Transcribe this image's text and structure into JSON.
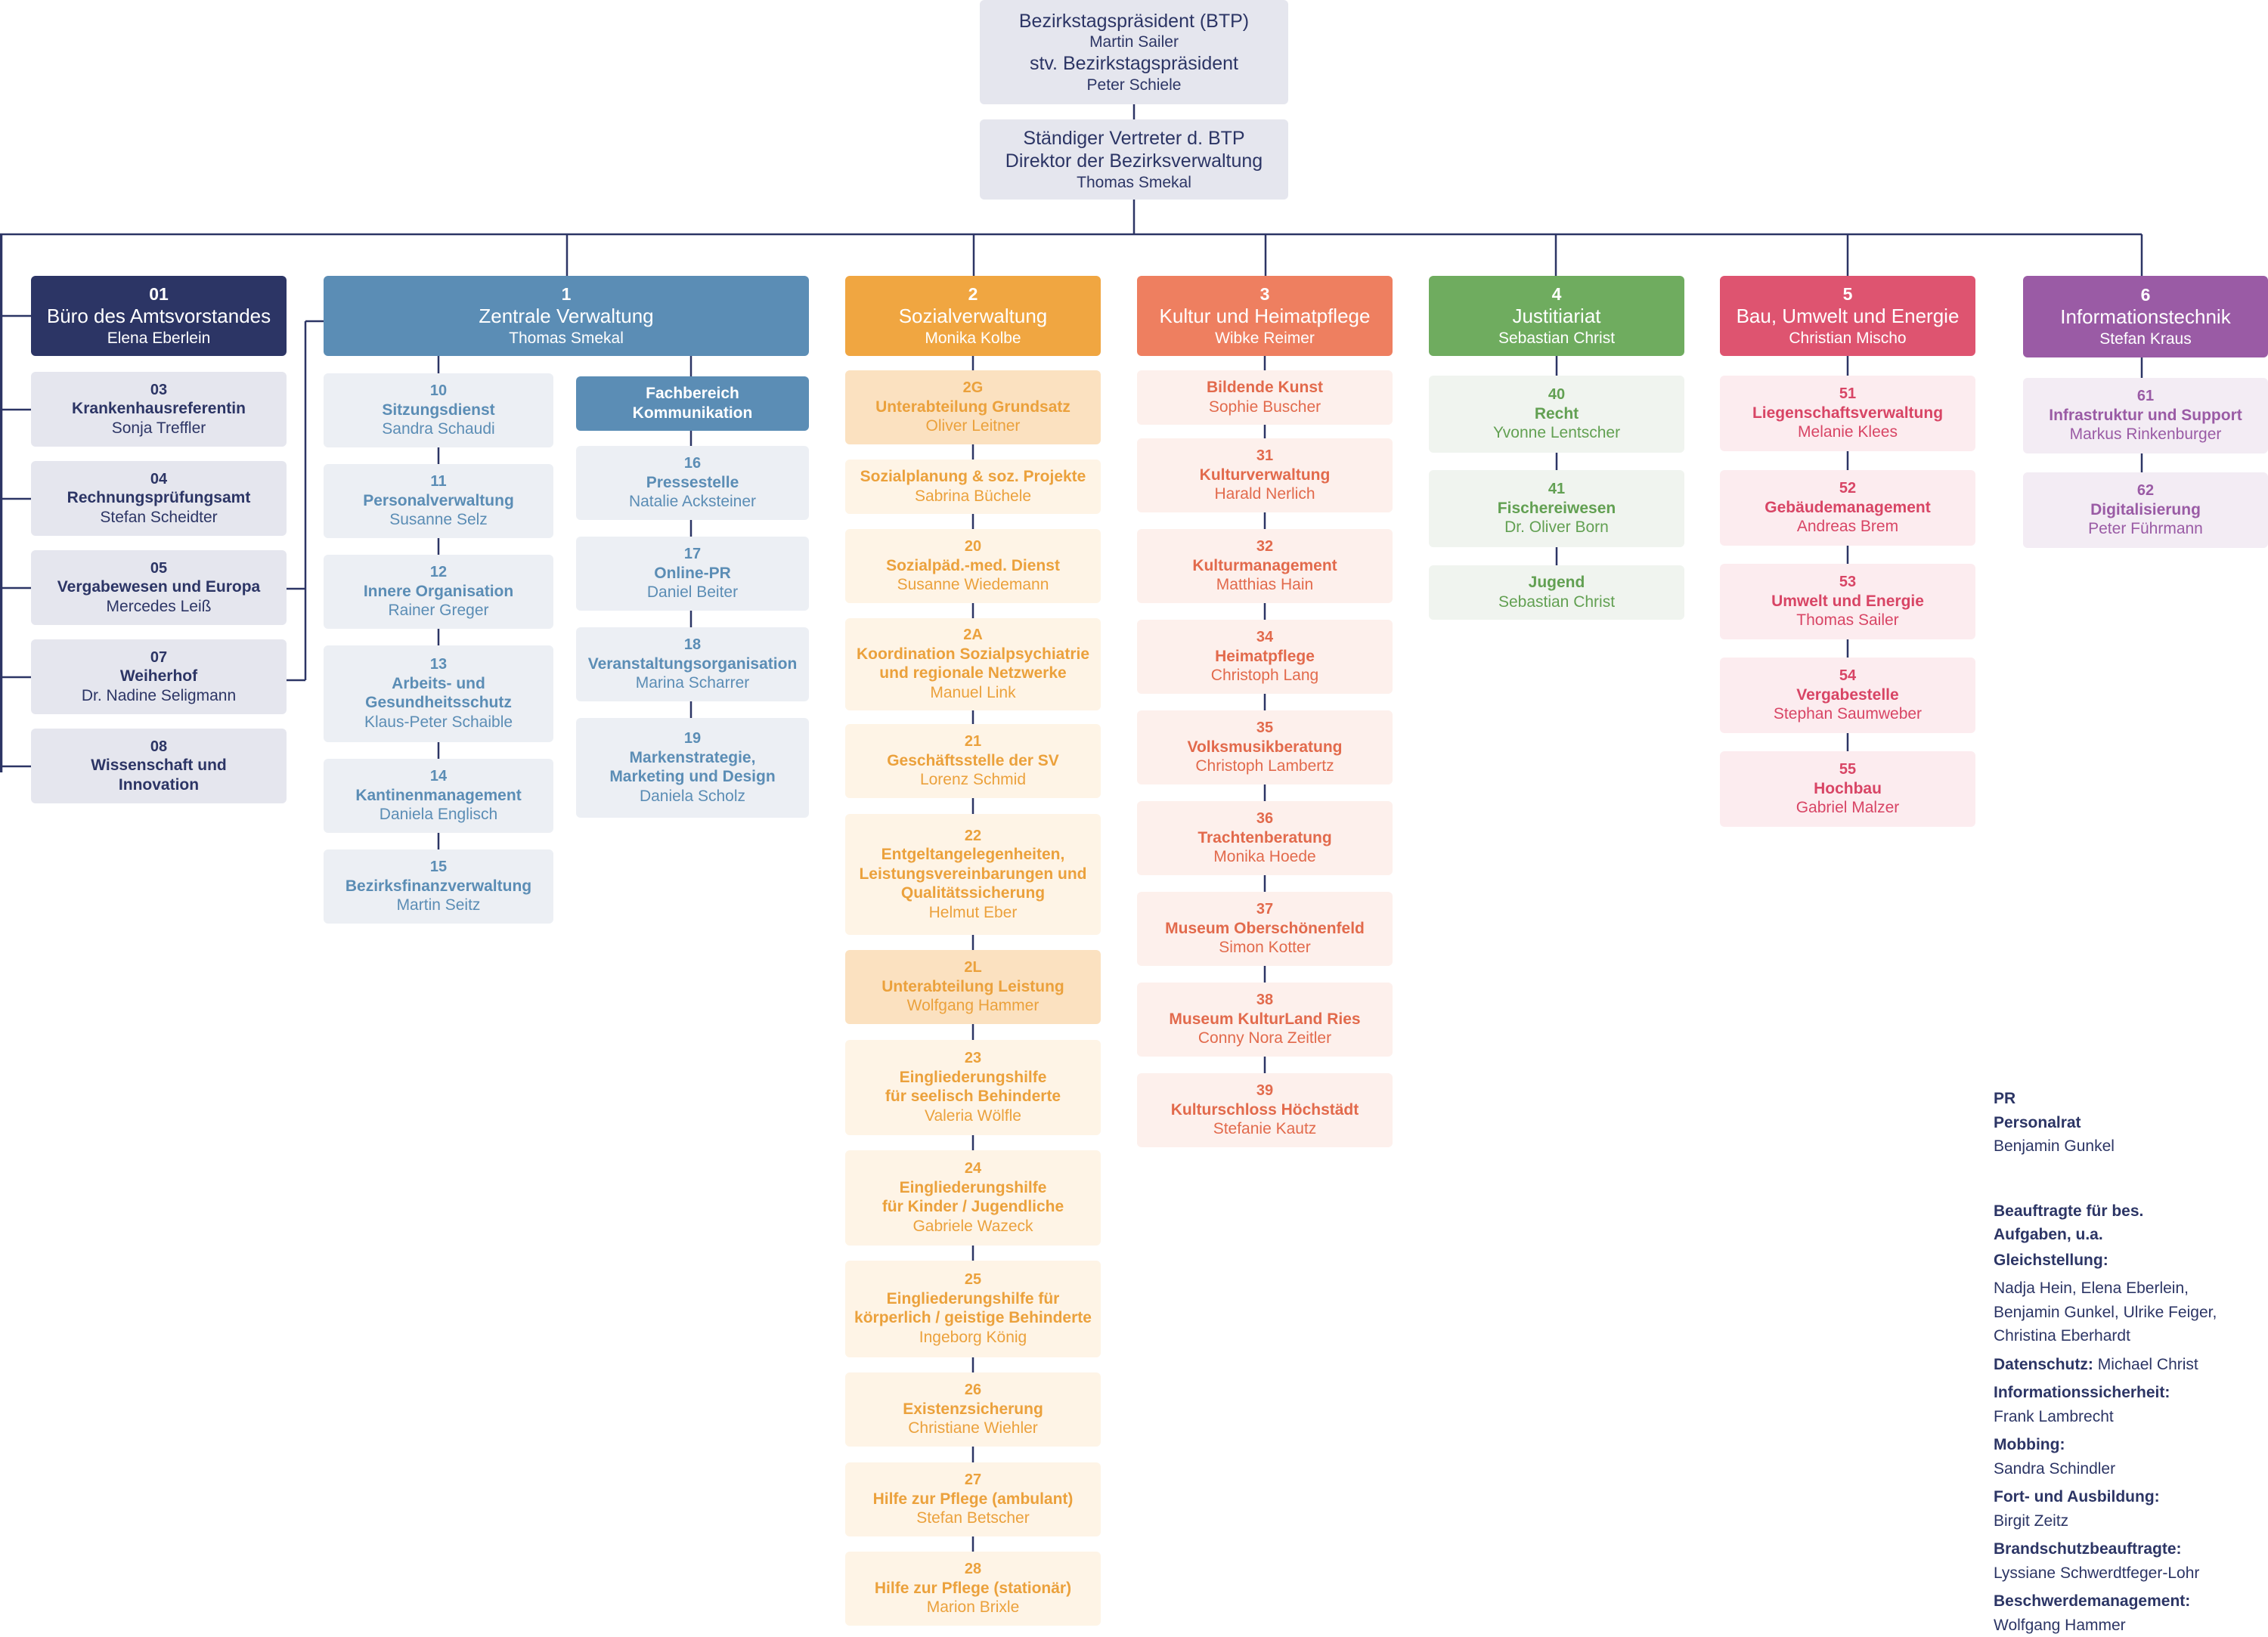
{
  "colors": {
    "line": "#2c3565",
    "top_bg": "#e5e6ee",
    "c01": "#2c3565",
    "c01_light": "#e5e6ee",
    "c1": "#5b8db5",
    "c1_light": "#eceff4",
    "c1_text": "#5b8db5",
    "c2": "#f0a641",
    "c2_light": "#fef4e6",
    "c2_dark": "#fbe1c0",
    "c2_text": "#eba13c",
    "c3": "#ee7f60",
    "c3_light": "#fdf0ec",
    "c3_text": "#e26a4c",
    "c4": "#6fac5f",
    "c4_light": "#f0f4ef",
    "c4_text": "#62a052",
    "c5": "#de5470",
    "c5_light": "#fcecef",
    "c5_text": "#d84565",
    "c6": "#9a5ba5",
    "c6_light": "#f3ecf4",
    "c6_text": "#9a5ba5"
  },
  "top": {
    "title1": "Bezirkstagspräsident (BTP)",
    "name1": "Martin Sailer",
    "title2": "stv. Bezirkstagspräsident",
    "name2": "Peter Schiele"
  },
  "director": {
    "title1": "Ständiger Vertreter d. BTP",
    "title2": "Direktor der Bezirksverwaltung",
    "name": "Thomas Smekal"
  },
  "d01": {
    "num": "01",
    "title": "Büro des Amtsvorstandes",
    "name": "Elena Eberlein",
    "units": [
      {
        "num": "03",
        "title": "Krankenhausreferentin",
        "name": "Sonja Treffler"
      },
      {
        "num": "04",
        "title": "Rechnungsprüfungsamt",
        "name": "Stefan Scheidter"
      },
      {
        "num": "05",
        "title": "Vergabewesen und Europa",
        "name": "Mercedes Leiß"
      },
      {
        "num": "07",
        "title": "Weiherhof",
        "name": "Dr. Nadine Seligmann"
      },
      {
        "num": "08",
        "title": "Wissenschaft und",
        "title2": "Innovation"
      }
    ]
  },
  "d1": {
    "num": "1",
    "title": "Zentrale Verwaltung",
    "name": "Thomas Smekal",
    "units": [
      {
        "num": "10",
        "title": "Sitzungsdienst",
        "name": "Sandra Schaudi"
      },
      {
        "num": "11",
        "title": "Personalverwaltung",
        "name": "Susanne Selz"
      },
      {
        "num": "12",
        "title": "Innere Organisation",
        "name": "Rainer Greger"
      },
      {
        "num": "13",
        "title": "Arbeits- und",
        "title2": "Gesundheitsschutz",
        "name": "Klaus-Peter Schaible"
      },
      {
        "num": "14",
        "title": "Kantinenmanagement",
        "name": "Daniela Englisch"
      },
      {
        "num": "15",
        "title": "Bezirksfinanzverwaltung",
        "name": "Martin Seitz"
      }
    ],
    "fachbereich": {
      "title": "Fachbereich",
      "title2": "Kommunikation"
    },
    "komm_units": [
      {
        "num": "16",
        "title": "Pressestelle",
        "name": "Natalie Acksteiner"
      },
      {
        "num": "17",
        "title": "Online-PR",
        "name": "Daniel Beiter"
      },
      {
        "num": "18",
        "title": "Veranstaltungsorganisation",
        "name": "Marina Scharrer"
      },
      {
        "num": "19",
        "title": "Markenstrategie,",
        "title2": "Marketing und Design",
        "name": "Daniela Scholz"
      }
    ]
  },
  "d2": {
    "num": "2",
    "title": "Sozialverwaltung",
    "name": "Monika Kolbe",
    "units": [
      {
        "num": "2G",
        "title": "Unterabteilung Grundsatz",
        "name": "Oliver Leitner"
      },
      {
        "title": "Sozialplanung & soz. Projekte",
        "name": "Sabrina Büchele"
      },
      {
        "num": "20",
        "title": "Sozialpäd.-med. Dienst",
        "name": "Susanne Wiedemann"
      },
      {
        "num": "2A",
        "title": "Koordination Sozialpsychiatrie",
        "title2": "und regionale Netzwerke",
        "name": "Manuel Link"
      },
      {
        "num": "21",
        "title": "Geschäftsstelle der SV",
        "name": "Lorenz Schmid"
      },
      {
        "num": "22",
        "title": "Entgeltangelegenheiten,",
        "title2": "Leistungsvereinbarungen und",
        "title3": "Qualitätssicherung",
        "name": "Helmut Eber"
      },
      {
        "num": "2L",
        "title": "Unterabteilung Leistung",
        "name": "Wolfgang Hammer"
      },
      {
        "num": "23",
        "title": "Eingliederungshilfe",
        "title2": "für seelisch Behinderte",
        "name": "Valeria Wölfle"
      },
      {
        "num": "24",
        "title": "Eingliederungshilfe",
        "title2": "für Kinder / Jugendliche",
        "name": "Gabriele Wazeck"
      },
      {
        "num": "25",
        "title": "Eingliederungshilfe für",
        "title2": "körperlich / geistige Behinderte",
        "name": "Ingeborg König"
      },
      {
        "num": "26",
        "title": "Existenzsicherung",
        "name": "Christiane Wiehler"
      },
      {
        "num": "27",
        "title": "Hilfe zur Pflege (ambulant)",
        "name": "Stefan Betscher"
      },
      {
        "num": "28",
        "title": "Hilfe zur Pflege (stationär)",
        "name": "Marion Brixle"
      }
    ]
  },
  "d3": {
    "num": "3",
    "title": "Kultur und Heimatpflege",
    "name": "Wibke Reimer",
    "units": [
      {
        "title": "Bildende Kunst",
        "name": "Sophie Buscher"
      },
      {
        "num": "31",
        "title": "Kulturverwaltung",
        "name": "Harald Nerlich"
      },
      {
        "num": "32",
        "title": "Kulturmanagement",
        "name": "Matthias Hain"
      },
      {
        "num": "34",
        "title": "Heimatpflege",
        "name": "Christoph Lang"
      },
      {
        "num": "35",
        "title": "Volksmusikberatung",
        "name": "Christoph Lambertz"
      },
      {
        "num": "36",
        "title": "Trachtenberatung",
        "name": "Monika Hoede"
      },
      {
        "num": "37",
        "title": "Museum Oberschönenfeld",
        "name": "Simon Kotter"
      },
      {
        "num": "38",
        "title": "Museum KulturLand Ries",
        "name": "Conny Nora Zeitler"
      },
      {
        "num": "39",
        "title": "Kulturschloss Höchstädt",
        "name": "Stefanie Kautz"
      }
    ]
  },
  "d4": {
    "num": "4",
    "title": "Justitiariat",
    "name": "Sebastian Christ",
    "units": [
      {
        "num": "40",
        "title": "Recht",
        "name": "Yvonne Lentscher"
      },
      {
        "num": "41",
        "title": "Fischereiwesen",
        "name": "Dr. Oliver Born"
      },
      {
        "title": "Jugend",
        "name": "Sebastian Christ"
      }
    ]
  },
  "d5": {
    "num": "5",
    "title": "Bau, Umwelt und Energie",
    "name": "Christian Mischo",
    "units": [
      {
        "num": "51",
        "title": "Liegenschaftsverwaltung",
        "name": "Melanie Klees"
      },
      {
        "num": "52",
        "title": "Gebäudemanagement",
        "name": "Andreas Brem"
      },
      {
        "num": "53",
        "title": "Umwelt und Energie",
        "name": "Thomas Sailer"
      },
      {
        "num": "54",
        "title": "Vergabestelle",
        "name": "Stephan Saumweber"
      },
      {
        "num": "55",
        "title": "Hochbau",
        "name": "Gabriel Malzer"
      }
    ]
  },
  "d6": {
    "num": "6",
    "title": "Informationstechnik",
    "name": "Stefan Kraus",
    "units": [
      {
        "num": "61",
        "title": "Infrastruktur und Support",
        "name": "Markus Rinkenburger"
      },
      {
        "num": "62",
        "title": "Digitalisierung",
        "name": "Peter Führmann"
      }
    ]
  },
  "side": {
    "pr_abbr": "PR",
    "pr_title": "Personalrat",
    "pr_name": "Benjamin Gunkel",
    "beauftragte_1": "Beauftragte für bes.",
    "beauftragte_2": "Aufgaben, u.a.",
    "gleich_label": "Gleichstellung:",
    "gleich_1": "Nadja Hein, Elena Eberlein,",
    "gleich_2": "Benjamin Gunkel, Ulrike Feiger,",
    "gleich_3": "Christina Eberhardt",
    "ds_label": "Datenschutz:",
    "ds_name": "Michael Christ",
    "is_label": "Informationssicherheit:",
    "is_name": "Frank Lambrecht",
    "mob_label": "Mobbing:",
    "mob_name": "Sandra Schindler",
    "fort_label": "Fort- und Ausbildung:",
    "fort_name": "Birgit Zeitz",
    "brand_label": "Brandschutzbeauftragte:",
    "brand_name": "Lyssiane Schwerdtfeger-Lohr",
    "besch_label": "Beschwerdemanagement:",
    "besch_name": "Wolfgang Hammer"
  }
}
